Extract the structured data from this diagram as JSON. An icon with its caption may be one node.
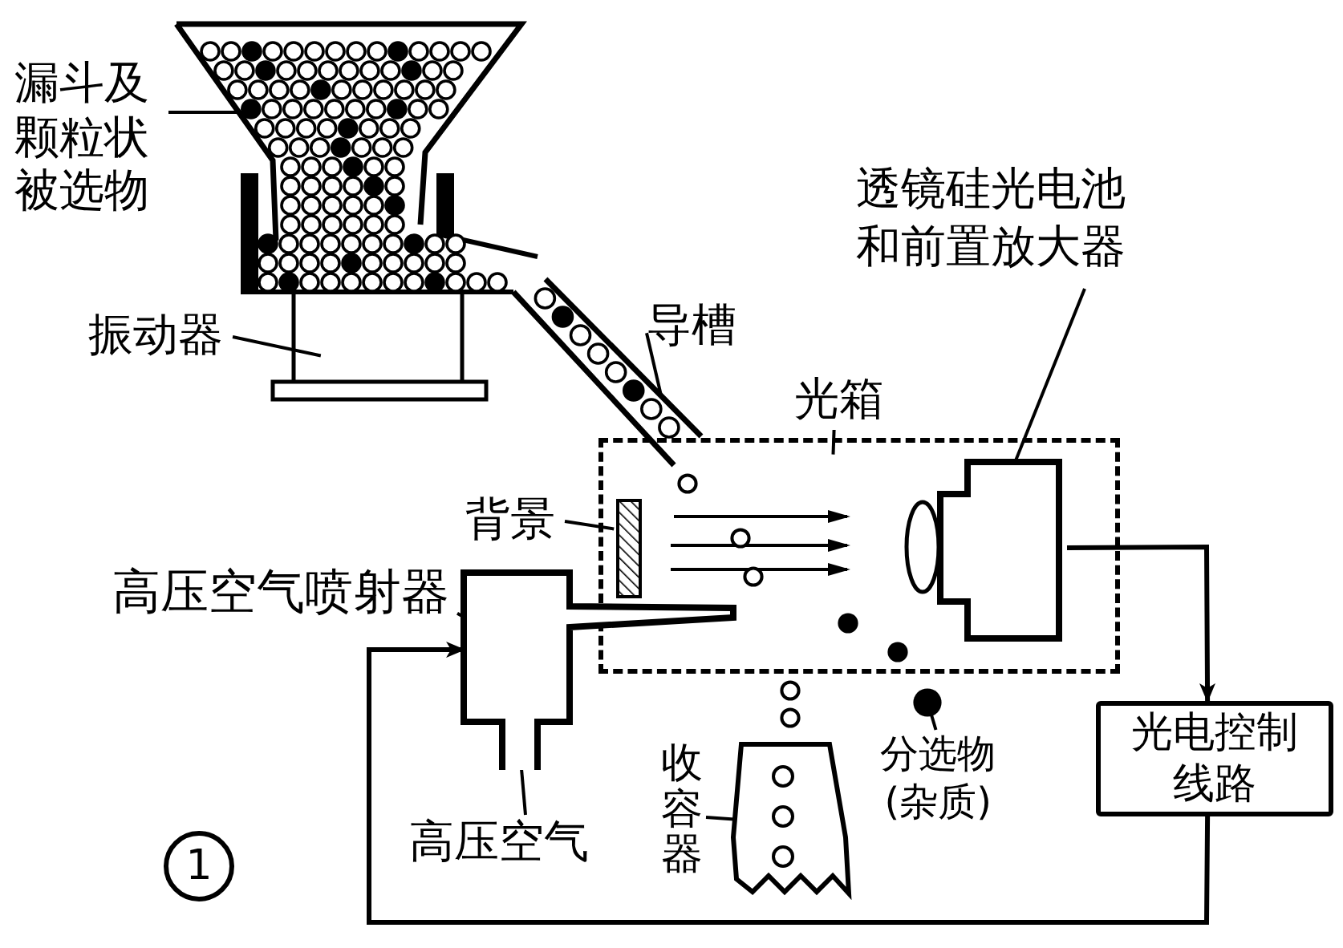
{
  "diagram": {
    "nodes": [
      {
        "text": [
          "漏斗及颗粒状被选物"
        ]
      },
      {
        "text": [],
        "shape": "picture"
      },
      {
        "text": [
          "振动器"
        ]
      },
      {
        "text": [],
        "shape": "box"
      },
      {
        "text": [
          "导槽"
        ]
      },
      {
        "text": [],
        "shape": "picture"
      },
      {
        "text": [
          "光箱"
        ]
      },
      {
        "text": [],
        "shape": "box"
      },
      {
        "text": [
          "背景"
        ]
      },
      {
        "text": [],
        "shape": "bar",
        "in": 7
      },
      {
        "text": [
          "透镜硅光电池和前置放大器"
        ]
      },
      {
        "text": [],
        "shape": "box",
        "in": 7
      },
      {
        "text": [
          "高压空气喷射器"
        ]
      },
      {
        "text": [],
        "shape": "picture"
      },
      {
        "text": [
          "高压空气"
        ]
      },
      {
        "text": [
          "收容器"
        ]
      },
      {
        "text": [],
        "shape": "picture"
      },
      {
        "text": [
          "分选物(杂质)"
        ]
      },
      {
        "text": [],
        "shape": "circle"
      },
      {
        "text": [
          "光电控制线路"
        ]
      },
      {
        "text": [],
        "shape": "circle",
        "in": 7
      },
      {
        "text": [],
        "shape": "circle",
        "in": 7
      },
      {
        "text": [],
        "shape": "circle",
        "in": 7
      },
      {
        "text": [],
        "shape": "circle",
        "in": 7
      },
      {
        "text": [],
        "shape": "circle",
        "in": 7
      },
      {
        "text": [],
        "shape": "circle"
      },
      {
        "text": [],
        "shape": "circle"
      }
    ],
    "edges": [
      {
        "from": 0,
        "to": 1,
        "arrow": "none"
      },
      {
        "from": 2,
        "to": 3,
        "arrow": "none"
      },
      {
        "from": 4,
        "to": 5,
        "arrow": "none"
      },
      {
        "from": 6,
        "to": 7,
        "arrow": "none"
      },
      {
        "from": 8,
        "to": 9,
        "arrow": "none"
      },
      {
        "from": 10,
        "to": 11,
        "arrow": "none"
      },
      {
        "from": 12,
        "to": 13,
        "arrow": "none"
      },
      {
        "from": 14,
        "to": 13,
        "arrow": "to"
      },
      {
        "from": 15,
        "to": 16,
        "arrow": "none"
      },
      {
        "from": 17,
        "to": 18,
        "arrow": "none"
      },
      {
        "from": 11,
        "to": 19,
        "arrow": "to"
      },
      {
        "from": 19,
        "to": 13,
        "arrow": "to"
      }
    ],
    "labels": [
      "1"
    ]
  }
}
